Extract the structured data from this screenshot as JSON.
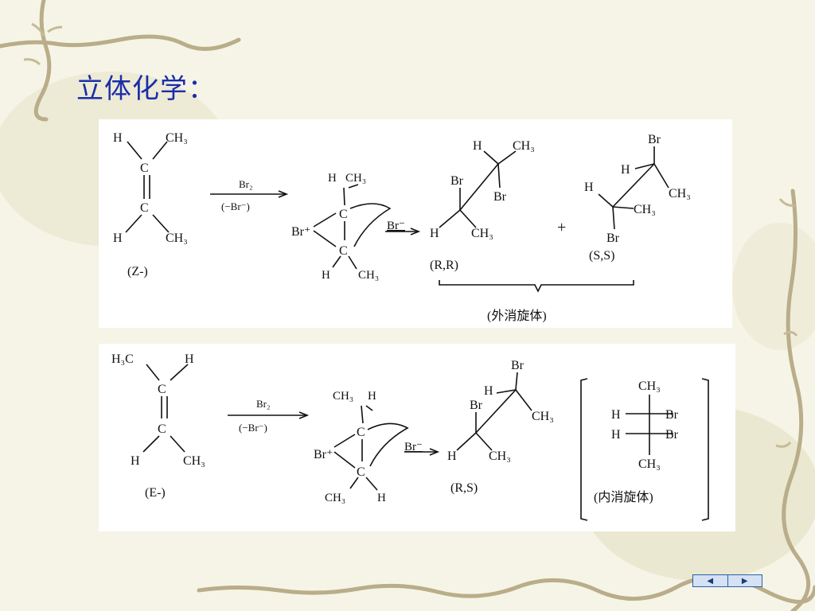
{
  "slide": {
    "title": "立体化学："
  },
  "reaction_z": {
    "reactant": {
      "atoms": [
        "H",
        "CH₃",
        "C",
        "C",
        "H",
        "CH₃"
      ],
      "label": "(Z-)"
    },
    "arrow": {
      "above": "Br₂",
      "below": "(−Br⁻)"
    },
    "intermediate": {
      "atoms": [
        "H",
        "CH₃",
        "C",
        "Br⁺",
        "C",
        "H",
        "CH₃"
      ],
      "attack": "Br⁻"
    },
    "product_rr": {
      "atoms": [
        "H",
        "CH₃",
        "Br",
        "Br",
        "H",
        "CH₃"
      ],
      "label": "(R,R)"
    },
    "plus": "+",
    "product_ss": {
      "atoms": [
        "Br",
        "H",
        "H",
        "CH₃",
        "CH₃",
        "Br"
      ],
      "label": "(S,S)"
    },
    "brace_label": "(外消旋体)"
  },
  "reaction_e": {
    "reactant": {
      "atoms": [
        "H₃C",
        "H",
        "C",
        "C",
        "H",
        "CH₃"
      ],
      "label": "(E-)"
    },
    "arrow": {
      "above": "Br₂",
      "below": "(−Br⁻)"
    },
    "intermediate": {
      "atoms": [
        "CH₃",
        "H",
        "C",
        "Br⁺",
        "C",
        "CH₃",
        "H"
      ],
      "attack": "Br⁻"
    },
    "product_rs": {
      "atoms": [
        "Br",
        "H",
        "Br",
        "CH₃",
        "H",
        "CH₃"
      ],
      "label": "(R,S)"
    },
    "fischer": {
      "top": "CH₃",
      "row1_left": "H",
      "row1_right": "Br",
      "row2_left": "H",
      "row2_right": "Br",
      "bottom": "CH₃",
      "label": "(内消旋体)"
    }
  },
  "nav": {
    "prev": "◀",
    "next": "▶"
  }
}
